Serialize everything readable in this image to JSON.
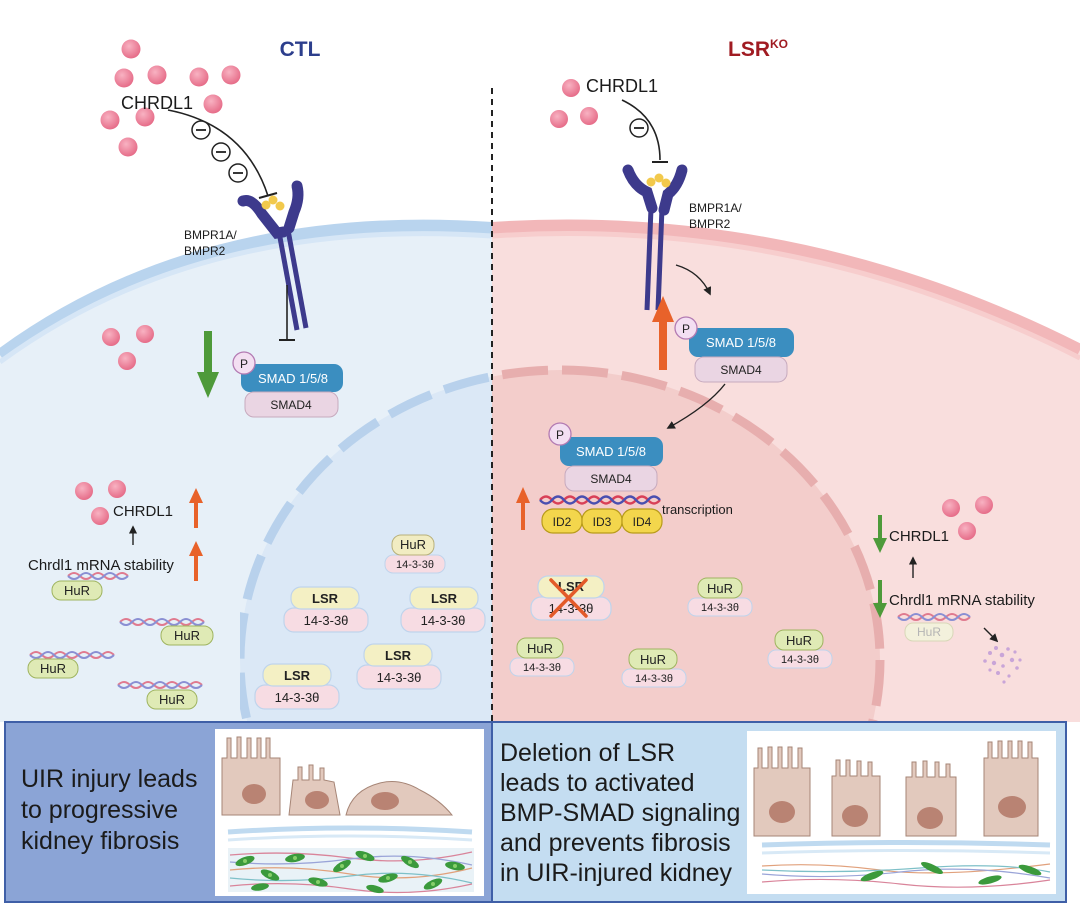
{
  "headers": {
    "left": "CTL",
    "right_main": "LSR",
    "right_sup": "KO",
    "left_color": "#2c3e8c",
    "right_color": "#a01b22"
  },
  "ligand": {
    "left_label": "CHRDL1",
    "right_label": "CHRDL1"
  },
  "receptor": {
    "left_line1": "BMPR1A/",
    "left_line2": "BMPR2",
    "right_line1": "BMPR1A/",
    "right_line2": "BMPR2"
  },
  "complex": {
    "p": "P",
    "smad158": "SMAD 1/5/8",
    "smad4": "SMAD4"
  },
  "nucleus_right": {
    "transcription": "transcription",
    "genes": [
      "ID2",
      "ID3",
      "ID4"
    ]
  },
  "left_cytoplasm": {
    "chrdl1": "CHRDL1",
    "mrna_stability": "Chrdl1 mRNA stability",
    "hur": "HuR"
  },
  "right_cytoplasm": {
    "chrdl1": "CHRDL1",
    "mrna_stability": "Chrdl1 mRNA stability",
    "hur": "HuR"
  },
  "proteins": {
    "lsr": "LSR",
    "protein_14_3_3": "14-3-3θ",
    "hur": "HuR"
  },
  "bottom": {
    "left_lines": [
      "UIR injury leads",
      "to progressive",
      "kidney fibrosis"
    ],
    "right_lines": [
      "Deletion of LSR",
      "leads to activated",
      "BMP-SMAD signaling",
      "and prevents fibrosis",
      "in UIR-injured kidney"
    ]
  },
  "colors": {
    "up_arrow": "#e8622a",
    "down_arrow": "#4e9a3a",
    "smad_blue": "#3b8ec0",
    "smad4_pink": "#ead5e3",
    "lsr_yellow": "#f4f0c4",
    "pink_14": "#f7dce3",
    "hur_green": "#dfeab5",
    "gene_yellow": "#f3d64c",
    "receptor": "#3d3a8c",
    "dot": "#e8708a"
  }
}
